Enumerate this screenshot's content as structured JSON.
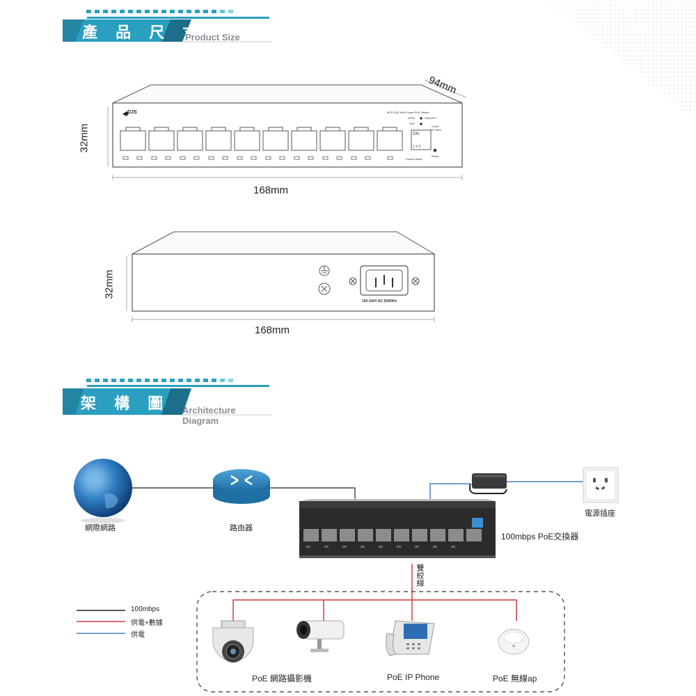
{
  "size_section": {
    "title": "產 品 尺 寸",
    "subtitle": "Product Size"
  },
  "front_view": {
    "depth": "94mm",
    "height": "32mm",
    "width": "168mm",
    "brand": "DJS",
    "model_text": "8FE+2GE Web Smart PoE Switch",
    "leds": [
      "DATA",
      "LINK/ACT",
      "PoE",
      "VLAN",
      "PD Alive"
    ],
    "dip_label": "ON",
    "dip_numbers": "1 2 3",
    "extend_mode": "Extend Mode",
    "reset": "Reset"
  },
  "back_view": {
    "height": "32mm",
    "width": "168mm",
    "power_rating": "100-240V  AC 50/60Hz"
  },
  "arch_section": {
    "title": "架 構 圖",
    "subtitle": "Architecture Diagram"
  },
  "arch": {
    "internet": "網際網路",
    "router": "路由器",
    "outlet": "電源插座",
    "switch": "100mbps PoE交換器",
    "cable": "雙絞線",
    "camera": "PoE 網路攝影機",
    "phone": "PoE IP Phone",
    "ap": "PoE 無線ap"
  },
  "legend": [
    {
      "label": "100mbps",
      "color": "#222222"
    },
    {
      "label": "供電+數據",
      "color": "#d9363b"
    },
    {
      "label": "供電",
      "color": "#4a7fc0"
    }
  ],
  "colors": {
    "banner": "#2a9fc0",
    "banner_dark": "#1b6f8a",
    "red": "#d9363b",
    "blue": "#4a7fc0"
  }
}
